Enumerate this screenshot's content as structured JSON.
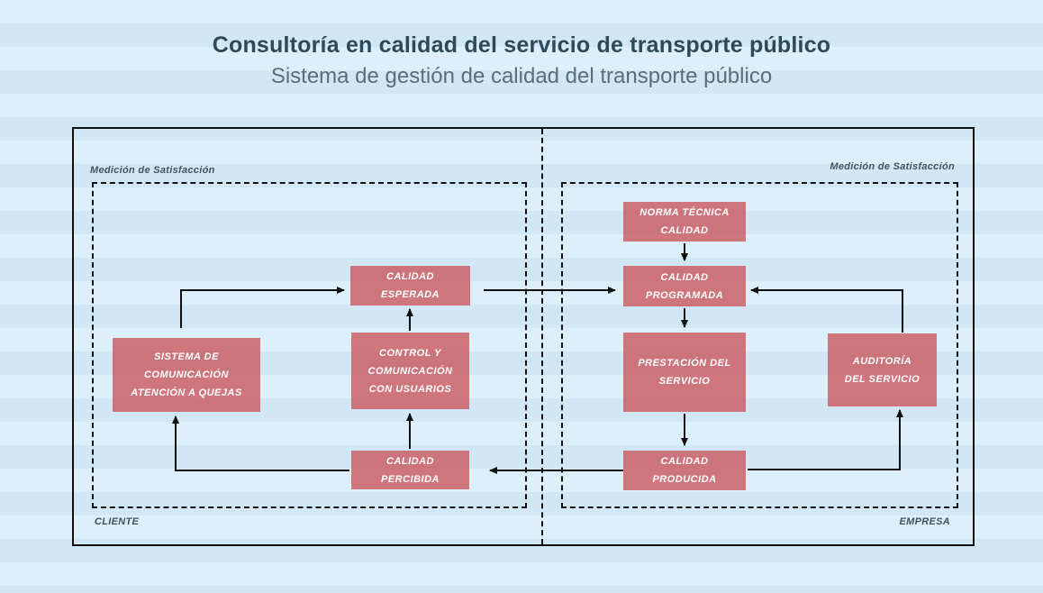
{
  "header": {
    "title": "Consultoría en calidad del servicio de transporte público",
    "subtitle": "Sistema de gestión de calidad del transporte público"
  },
  "zones": {
    "client": {
      "measurement_label": "Medición de Satisfacción",
      "zone_label": "CLIENTE"
    },
    "company": {
      "measurement_label": "Medición de Satisfacción",
      "zone_label": "EMPRESA"
    }
  },
  "nodes": {
    "calidad_esperada": {
      "label": "CALIDAD ESPERADA"
    },
    "norma_tecnica": {
      "label": "NORMA TÉCNICA\nCALIDAD"
    },
    "calidad_programada": {
      "label": "CALIDAD\nPROGRAMADA"
    },
    "sistema_comunicacion": {
      "label": "SISTEMA DE\nCOMUNICACIÓN\nATENCIÓN A QUEJAS"
    },
    "control_comunicacion": {
      "label": "CONTROL Y\nCOMUNICACIÓN\nCON USUARIOS"
    },
    "prestacion_servicio": {
      "label": "PRESTACIÓN DEL\nSERVICIO"
    },
    "auditoria_servicio": {
      "label": "AUDITORÍA\nDEL SERVICIO"
    },
    "calidad_percibida": {
      "label": "CALIDAD PERCIBIDA"
    },
    "calidad_producida": {
      "label": "CALIDAD\nPRODUCIDA"
    }
  },
  "connections": [
    {
      "from": "sistema_comunicacion",
      "to": "calidad_esperada"
    },
    {
      "from": "control_comunicacion",
      "to": "calidad_esperada"
    },
    {
      "from": "calidad_esperada",
      "to": "calidad_programada"
    },
    {
      "from": "norma_tecnica",
      "to": "calidad_programada"
    },
    {
      "from": "auditoria_servicio",
      "to": "calidad_programada"
    },
    {
      "from": "calidad_programada",
      "to": "prestacion_servicio"
    },
    {
      "from": "prestacion_servicio",
      "to": "calidad_producida"
    },
    {
      "from": "calidad_producida",
      "to": "calidad_percibida"
    },
    {
      "from": "calidad_producida",
      "to": "auditoria_servicio"
    },
    {
      "from": "calidad_percibida",
      "to": "control_comunicacion"
    },
    {
      "from": "calidad_percibida",
      "to": "sistema_comunicacion"
    }
  ],
  "colors": {
    "node_fill": "#d67e84",
    "title": "#2d4a5a",
    "subtitle": "#5d6c77",
    "line": "#111111",
    "zone_label": "#3d5263",
    "background_stripe_light": "#ddeffb",
    "background_stripe_dark": "#d1e7f6"
  }
}
